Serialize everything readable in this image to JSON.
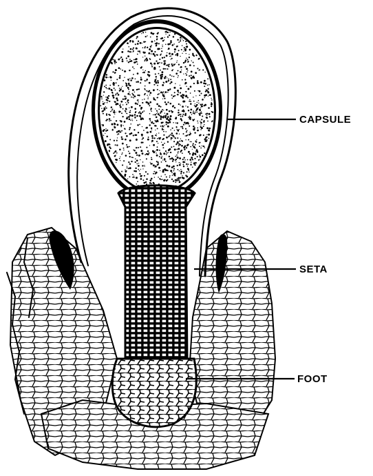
{
  "labels": {
    "capsule": "CAPSULE",
    "seta": "SETA",
    "foot": "FOOT"
  },
  "colors": {
    "ink": "#000000",
    "paper": "#ffffff"
  }
}
